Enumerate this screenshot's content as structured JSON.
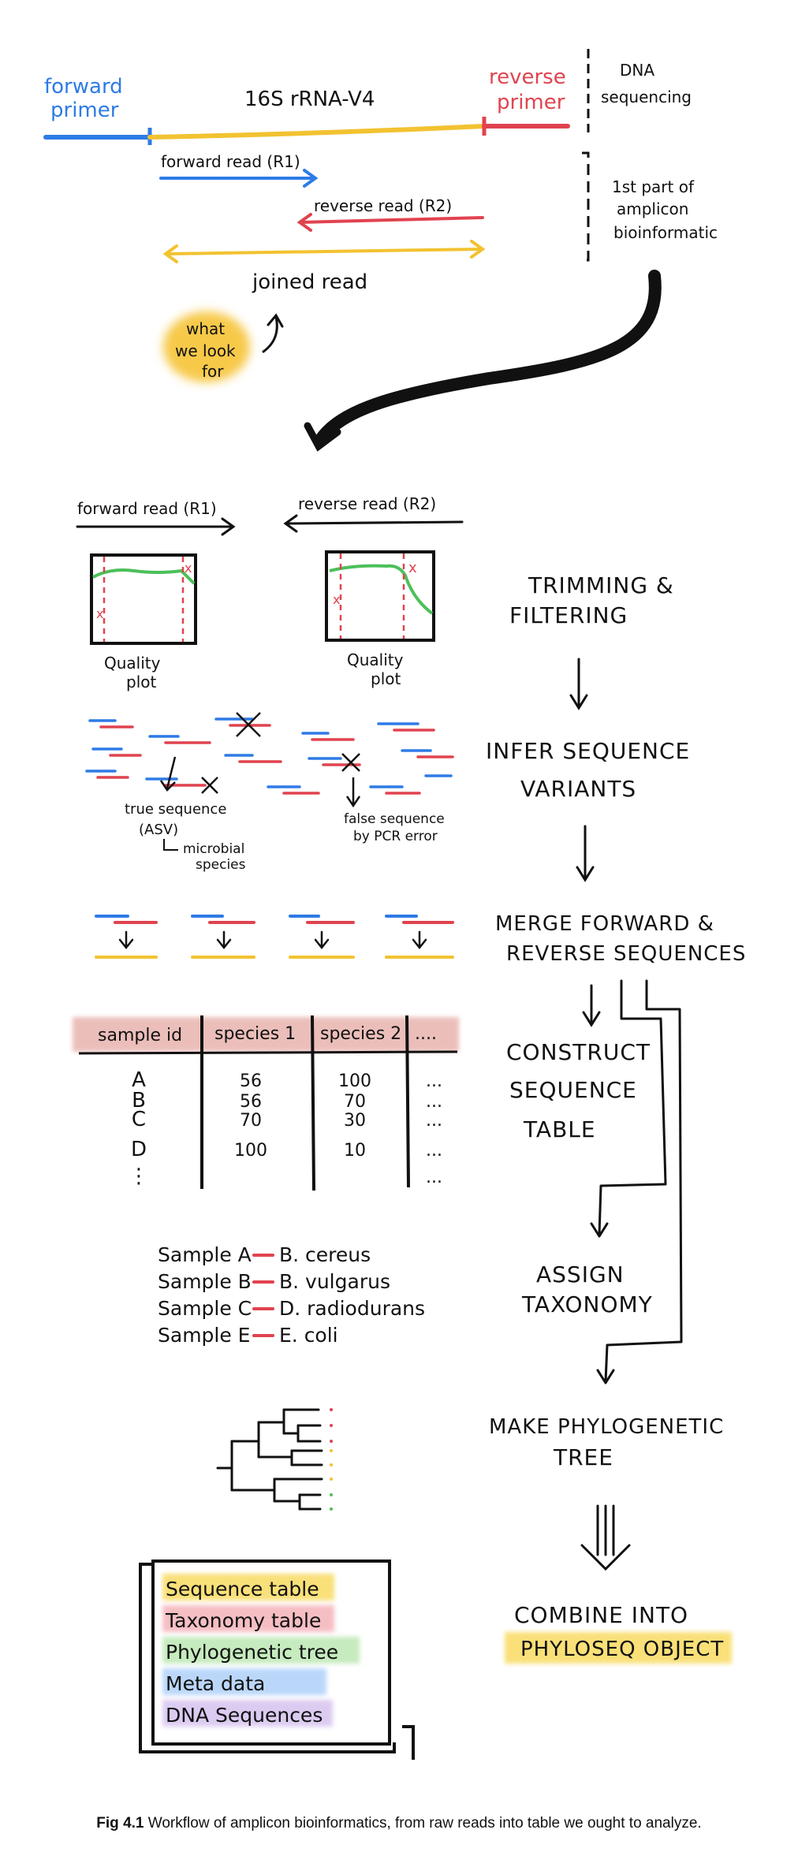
{
  "colors": {
    "blue": "#2e7be6",
    "red": "#e0434f",
    "yellow": "#f2c230",
    "green": "#4cc05a",
    "black": "#111111",
    "yellow_highlight": "#f9dd6a",
    "pink_highlight": "#f4b7bd",
    "green_highlight": "#bfe9b7",
    "blue_highlight": "#b3d3fa",
    "purple_highlight": "#d9c6f0",
    "table_header_highlight": "#e8b3ae"
  },
  "amplicon": {
    "forward_primer": [
      "forward",
      "primer"
    ],
    "region_label": "16S rRNA-V4",
    "reverse_primer": [
      "reverse",
      "primer"
    ],
    "dna_sequencing": [
      "DNA",
      "sequencing"
    ],
    "forward_read": "forward read (R1)",
    "reverse_read": "reverse read (R2)",
    "joined_read": "joined read",
    "bioinfo_part": [
      "1st part of",
      "amplicon",
      "bioinformatic"
    ],
    "what_we_look_for": [
      "what",
      "we look",
      "for"
    ]
  },
  "quality": {
    "forward_label": "forward read (R1)",
    "reverse_label": "reverse read (R2)",
    "plot_label": [
      "Quality",
      "plot"
    ]
  },
  "variants": {
    "true_sequence": [
      "true sequence",
      "(ASV)"
    ],
    "microbial_species": [
      "microbial",
      "species"
    ],
    "false_sequence": [
      "false sequence",
      "by PCR error"
    ]
  },
  "steps": {
    "trimming": [
      "TRIMMING &",
      "FILTERING"
    ],
    "infer": [
      "INFER SEQUENCE",
      "VARIANTS"
    ],
    "merge": [
      "MERGE FORWARD &",
      "REVERSE SEQUENCES"
    ],
    "construct": [
      "CONSTRUCT",
      "SEQUENCE",
      "TABLE"
    ],
    "assign": [
      "ASSIGN",
      "TAXONOMY"
    ],
    "tree": [
      "MAKE PHYLOGENETIC",
      "TREE"
    ],
    "combine": [
      "COMBINE INTO",
      "PHYLOSEQ OBJECT"
    ]
  },
  "seq_table": {
    "headers": [
      "sample id",
      "species 1",
      "species 2",
      "...."
    ],
    "rows": [
      [
        "A",
        "56",
        "100",
        "..."
      ],
      [
        "B",
        "56",
        "70",
        "..."
      ],
      [
        "C",
        "70",
        "30",
        "..."
      ],
      [
        "D",
        "100",
        "10",
        "..."
      ],
      [
        "⋮",
        "",
        "",
        "..."
      ]
    ]
  },
  "taxonomy": [
    {
      "sample": "Sample A",
      "species": "B. cereus"
    },
    {
      "sample": "Sample B",
      "species": "B. vulgarus"
    },
    {
      "sample": "Sample C",
      "species": "D. radiodurans"
    },
    {
      "sample": "Sample E",
      "species": "E. coli"
    }
  ],
  "phyloseq_items": [
    {
      "label": "Sequence table",
      "color": "#f9dd6a"
    },
    {
      "label": "Taxonomy table",
      "color": "#f4b7bd"
    },
    {
      "label": "Phylogenetic tree",
      "color": "#bfe9b7"
    },
    {
      "label": "Meta data",
      "color": "#b3d3fa"
    },
    {
      "label": "DNA Sequences",
      "color": "#d9c6f0"
    }
  ],
  "caption": {
    "label": "Fig 4.1",
    "text": "Workflow of amplicon bioinformatics, from raw reads into table we ought to analyze."
  }
}
